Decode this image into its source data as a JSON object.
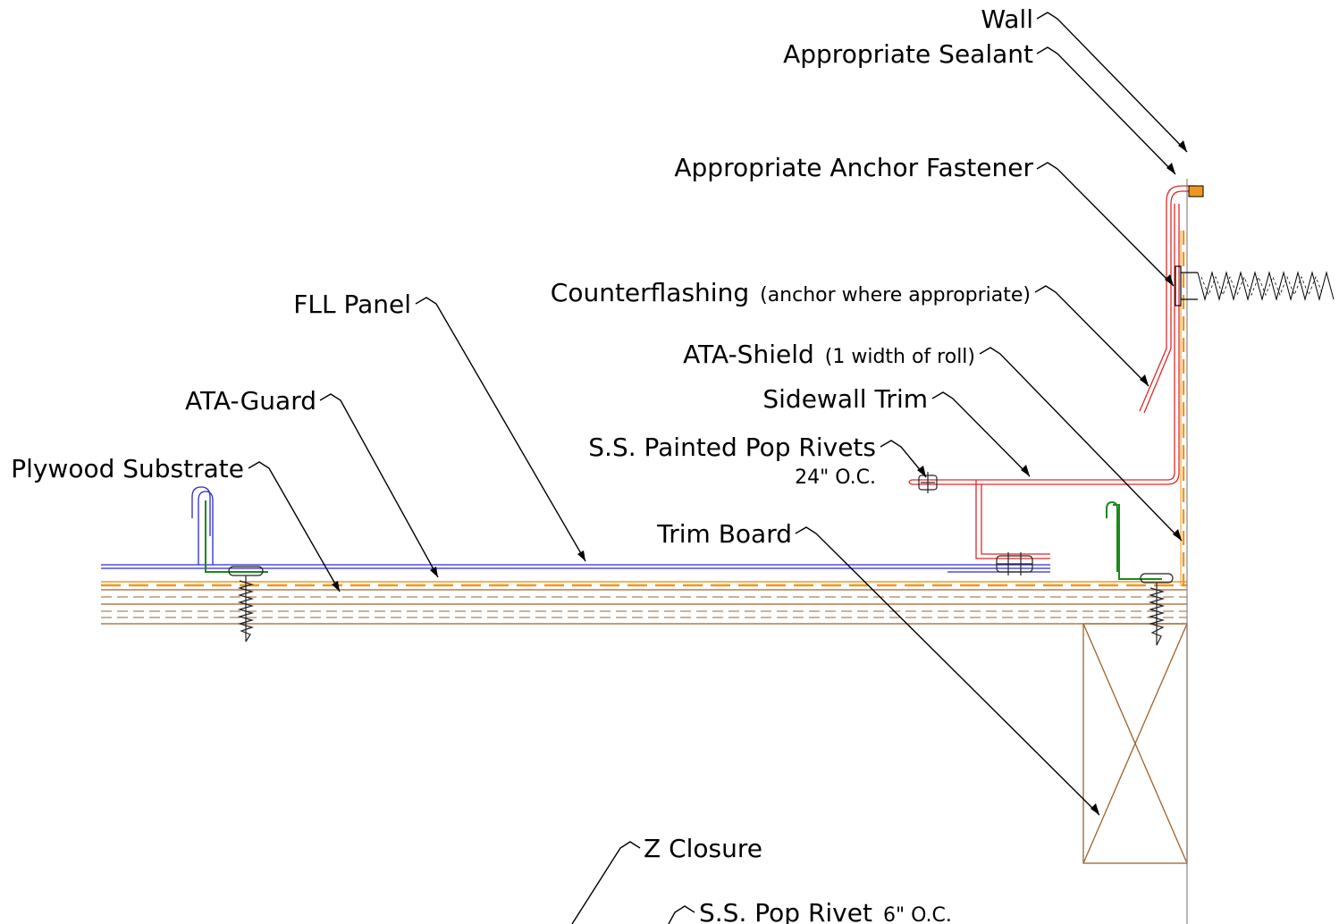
{
  "labels": {
    "wall": "Wall",
    "sealant": "Appropriate Sealant",
    "anchor_fastener": "Appropriate Anchor Fastener",
    "counterflashing": "Counterflashing",
    "counterflashing_note": "(anchor where appropriate)",
    "fll_panel": "FLL Panel",
    "ata_shield": "ATA-Shield",
    "ata_shield_note": "(1 width of roll)",
    "sidewall_trim": "Sidewall Trim",
    "ata_guard": "ATA-Guard",
    "painted_rivets": "S.S. Painted Pop Rivets",
    "painted_rivets_spacing": "24\" O.C.",
    "plywood": "Plywood Substrate",
    "trim_board": "Trim Board",
    "z_closure": "Z Closure",
    "pop_rivet": "S.S. Pop Rivet",
    "pop_rivet_spacing": "6\" O.C."
  },
  "colors": {
    "wood": "#a0622d",
    "underlayment": "#f0961e",
    "panel": "#2a2ad0",
    "trim": "#e02828",
    "closure": "#1a8a1a",
    "fastener": "#222222"
  }
}
